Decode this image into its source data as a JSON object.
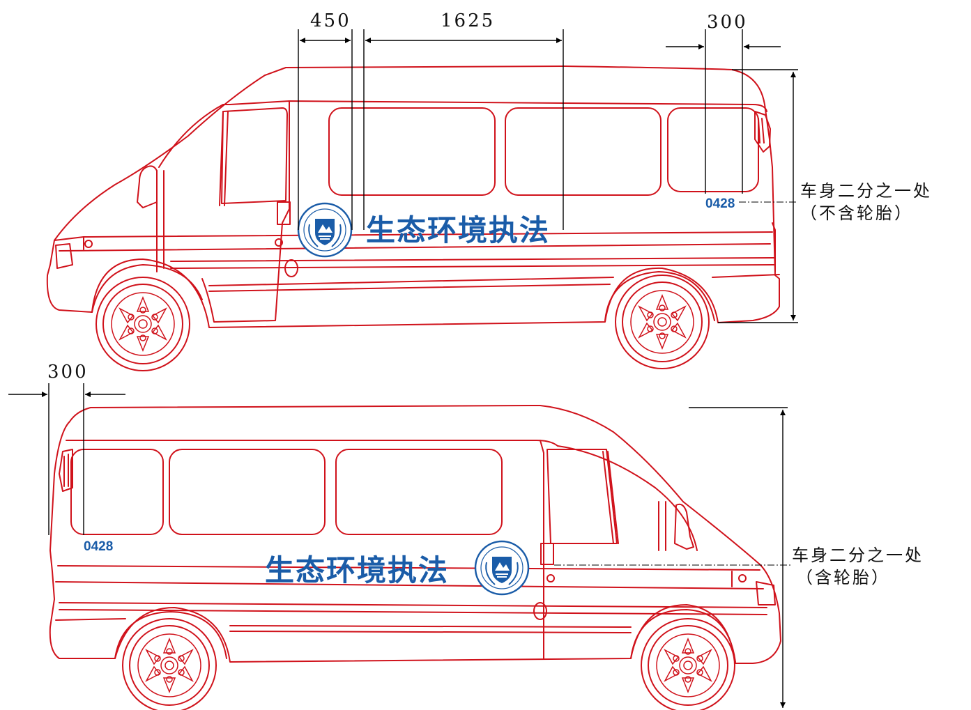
{
  "dimensions": {
    "top_emblem_width": "450",
    "top_text_width": "1625",
    "top_number_offset": "300",
    "bottom_number_offset": "300"
  },
  "labels": {
    "slogan": "生态环境执法",
    "vehicle_number": "0428",
    "top_note_line1": "车身二分之一处",
    "top_note_line2": "（不含轮胎）",
    "bottom_note_line1": "车身二分之一处",
    "bottom_note_line2": "（含轮胎）"
  },
  "colors": {
    "outline": "#d0121b",
    "marking": "#1a5ca8",
    "dimension": "#000000"
  },
  "icons": {
    "emblem": "environmental-law-enforcement-emblem-icon"
  }
}
